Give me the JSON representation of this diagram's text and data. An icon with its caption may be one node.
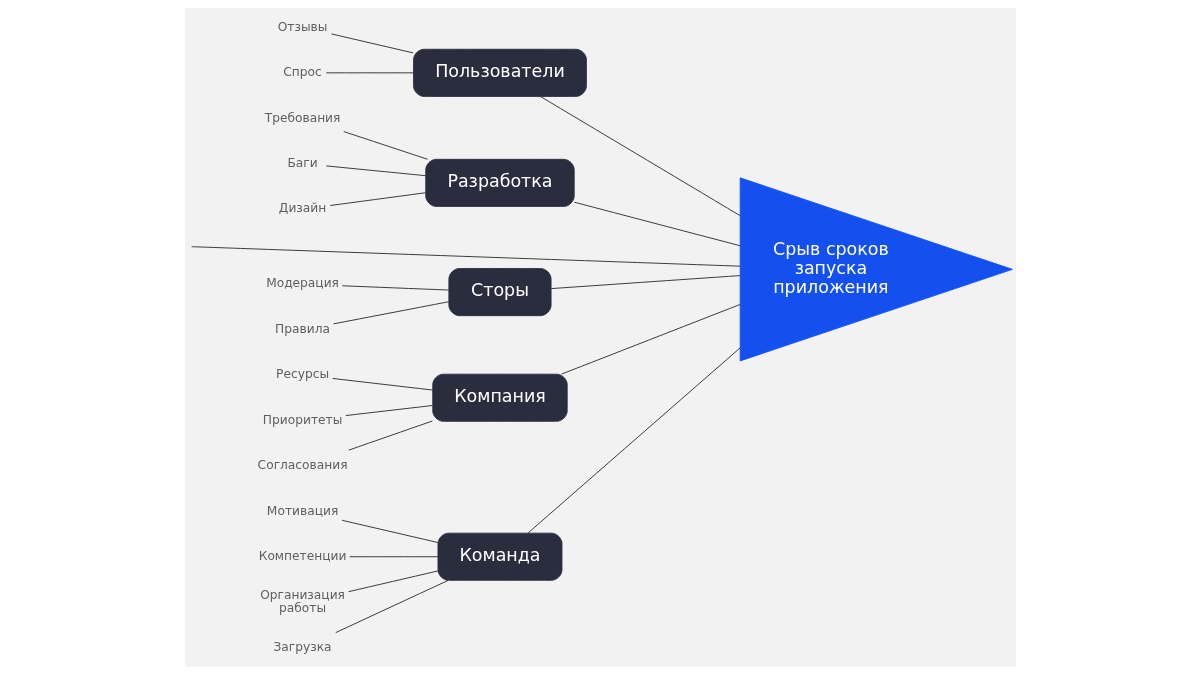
{
  "diagram": {
    "nodes": [
      {
        "text": [
          "Пользователи"
        ]
      },
      {
        "text": [
          "Разработка"
        ]
      },
      {
        "text": [
          "Отзывы"
        ]
      },
      {
        "text": [
          "Спрос"
        ]
      },
      {
        "text": [
          "Требования"
        ]
      },
      {
        "text": [
          "Баги"
        ]
      },
      {
        "text": [
          "Дизайн"
        ]
      },
      {
        "text": [
          "Срыв сроков запуска приложения"
        ]
      },
      {
        "text": [
          "Модерация"
        ]
      },
      {
        "text": [
          "Правила"
        ]
      },
      {
        "text": [
          "Ресурсы"
        ]
      },
      {
        "text": [
          "Приоритеты"
        ]
      },
      {
        "text": [
          "Согласования"
        ]
      },
      {
        "text": [
          "Мотивация"
        ]
      },
      {
        "text": [
          "Компетенции"
        ]
      },
      {
        "text": [
          "Организация работы"
        ]
      },
      {
        "text": [
          "Загрузка"
        ]
      },
      {
        "text": [
          "Сторы"
        ]
      },
      {
        "text": [
          "Компания"
        ]
      },
      {
        "text": [
          "Команда"
        ]
      }
    ],
    "edges": [
      {
        "from": 2,
        "to": 0,
        "arrow": "none"
      },
      {
        "from": 3,
        "to": 0,
        "arrow": "none"
      },
      {
        "from": 4,
        "to": 1,
        "arrow": "none"
      },
      {
        "from": 5,
        "to": 1,
        "arrow": "none"
      },
      {
        "from": 6,
        "to": 1,
        "arrow": "none"
      },
      {
        "from": 8,
        "to": 17,
        "arrow": "none"
      },
      {
        "from": 9,
        "to": 17,
        "arrow": "none"
      },
      {
        "from": 10,
        "to": 18,
        "arrow": "none"
      },
      {
        "from": 11,
        "to": 18,
        "arrow": "none"
      },
      {
        "from": 12,
        "to": 18,
        "arrow": "none"
      },
      {
        "from": 13,
        "to": 19,
        "arrow": "none"
      },
      {
        "from": 14,
        "to": 19,
        "arrow": "none"
      },
      {
        "from": 15,
        "to": 19,
        "arrow": "none"
      },
      {
        "from": 16,
        "to": 19,
        "arrow": "none"
      },
      {
        "from": 0,
        "to": 7,
        "arrow": "none"
      },
      {
        "from": 1,
        "to": 7,
        "arrow": "none"
      },
      {
        "from": null,
        "to": 7,
        "arrow": "none"
      },
      {
        "from": 17,
        "to": 7,
        "arrow": "none"
      },
      {
        "from": 18,
        "to": 7,
        "arrow": "none"
      },
      {
        "from": 19,
        "to": 7,
        "arrow": "none"
      }
    ]
  }
}
